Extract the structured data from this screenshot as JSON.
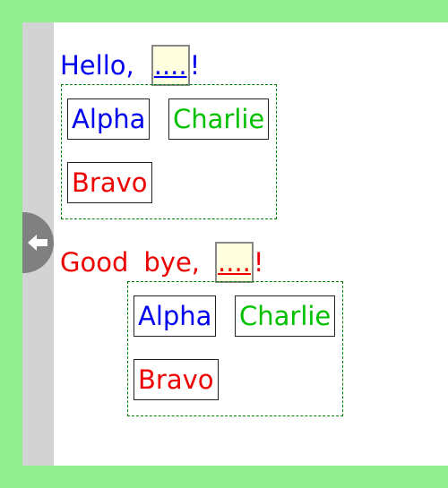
{
  "colors": {
    "background": "#90EE90",
    "blue": "#0000EE",
    "green": "#00C000",
    "red": "#EE0000"
  },
  "back_icon": "arrow-left-icon",
  "sections": [
    {
      "greeting": "Hello,",
      "blank": "....",
      "punctuation": "!",
      "tiles": [
        "Alpha",
        "Charlie",
        "Bravo"
      ]
    },
    {
      "greeting_1": "Good",
      "greeting_2": "bye,",
      "blank": "....",
      "punctuation": "!",
      "tiles": [
        "Alpha",
        "Charlie",
        "Bravo"
      ]
    }
  ]
}
